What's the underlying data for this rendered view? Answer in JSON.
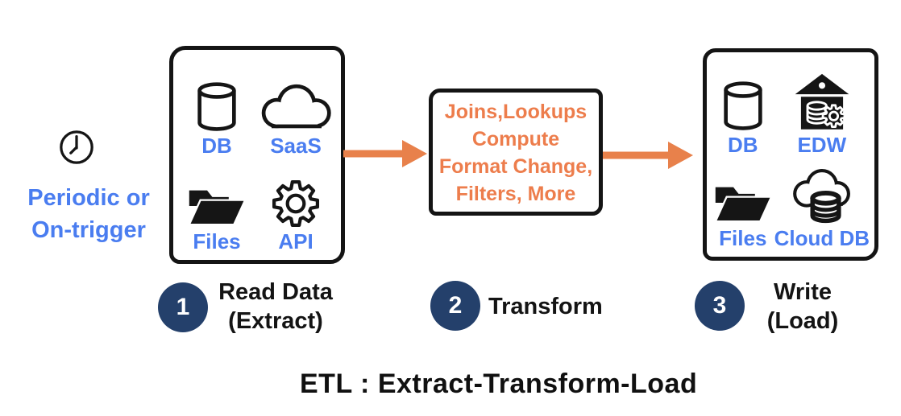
{
  "title": "ETL : Extract-Transform-Load",
  "trigger": {
    "line1": "Periodic or",
    "line2": "On-trigger"
  },
  "extract_box": {
    "items": [
      {
        "icon": "database-icon",
        "label": "DB"
      },
      {
        "icon": "cloud-icon",
        "label": "SaaS"
      },
      {
        "icon": "folder-icon",
        "label": "Files"
      },
      {
        "icon": "gear-icon",
        "label": "API"
      }
    ]
  },
  "transform_box": {
    "lines": [
      "Joins,Lookups",
      "Compute",
      "Format Change,",
      "Filters, More"
    ]
  },
  "load_box": {
    "items": [
      {
        "icon": "database-icon",
        "label": "DB"
      },
      {
        "icon": "warehouse-icon",
        "label": "EDW"
      },
      {
        "icon": "folder-icon",
        "label": "Files"
      },
      {
        "icon": "cloud-database-icon",
        "label": "Cloud DB"
      }
    ]
  },
  "steps": [
    {
      "number": "1",
      "line1": "Read Data",
      "line2": "(Extract)"
    },
    {
      "number": "2",
      "line1": "Transform",
      "line2": ""
    },
    {
      "number": "3",
      "line1": "Write",
      "line2": "(Load)"
    }
  ],
  "colors": {
    "label_blue": "#4A7DF0",
    "transform_orange": "#ED7D4C",
    "arrow_orange": "#E8814B",
    "badge_navy": "#24406B",
    "ink": "#141414"
  }
}
